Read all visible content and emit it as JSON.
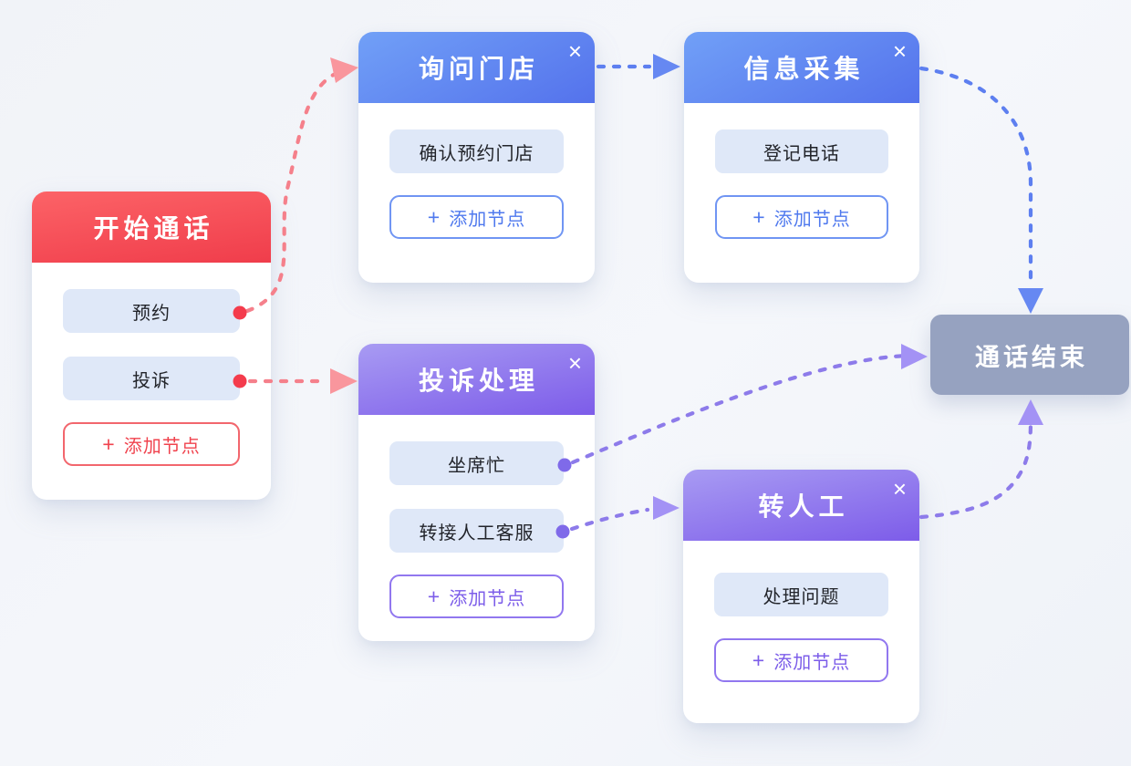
{
  "ui": {
    "plus_glyph": "+",
    "close_glyph": "×"
  },
  "colors": {
    "canvas_bg": "#f3f5f9",
    "start_header_gradient": [
      "#fc6367",
      "#f03d4b"
    ],
    "blue_header_gradient": [
      "#71a0f7",
      "#5472ec"
    ],
    "purple_header_gradient": [
      "#a89bf3",
      "#7d5ce9"
    ],
    "pill_bg": "#dfe8f8",
    "red_accent": "#f43b4c",
    "blue_accent": "#5d7ff0",
    "purple_accent": "#7f6ae9",
    "end_node_bg": "#96a2c0"
  },
  "nodes": [
    {
      "id": "start-call",
      "title": "开始通话",
      "theme": "red",
      "closable": false,
      "items": [
        "预约",
        "投诉"
      ],
      "add_label": "添加节点"
    },
    {
      "id": "ask-store",
      "title": "询问门店",
      "theme": "blue",
      "closable": true,
      "items": [
        "确认预约门店"
      ],
      "add_label": "添加节点"
    },
    {
      "id": "info-collect",
      "title": "信息采集",
      "theme": "blue",
      "closable": true,
      "items": [
        "登记电话"
      ],
      "add_label": "添加节点"
    },
    {
      "id": "complaint-handling",
      "title": "投诉处理",
      "theme": "purple",
      "closable": true,
      "items": [
        "坐席忙",
        "转接人工客服"
      ],
      "add_label": "添加节点"
    },
    {
      "id": "transfer-human",
      "title": "转人工",
      "theme": "purple",
      "closable": true,
      "items": [
        "处理问题"
      ],
      "add_label": "添加节点"
    }
  ],
  "end_node": {
    "title": "通话结束"
  },
  "edges": [
    {
      "from": "开始通话:预约",
      "to": "询问门店",
      "color": "red",
      "style": "dashed"
    },
    {
      "from": "开始通话:投诉",
      "to": "投诉处理",
      "color": "red",
      "style": "dashed"
    },
    {
      "from": "询问门店",
      "to": "信息采集",
      "color": "blue",
      "style": "dashed"
    },
    {
      "from": "信息采集",
      "to": "通话结束",
      "color": "blue",
      "style": "dashed"
    },
    {
      "from": "投诉处理:坐席忙",
      "to": "通话结束",
      "color": "purple",
      "style": "dashed"
    },
    {
      "from": "投诉处理:转接人工客服",
      "to": "转人工",
      "color": "purple",
      "style": "dashed"
    },
    {
      "from": "转人工",
      "to": "通话结束",
      "color": "purple",
      "style": "dashed"
    }
  ]
}
